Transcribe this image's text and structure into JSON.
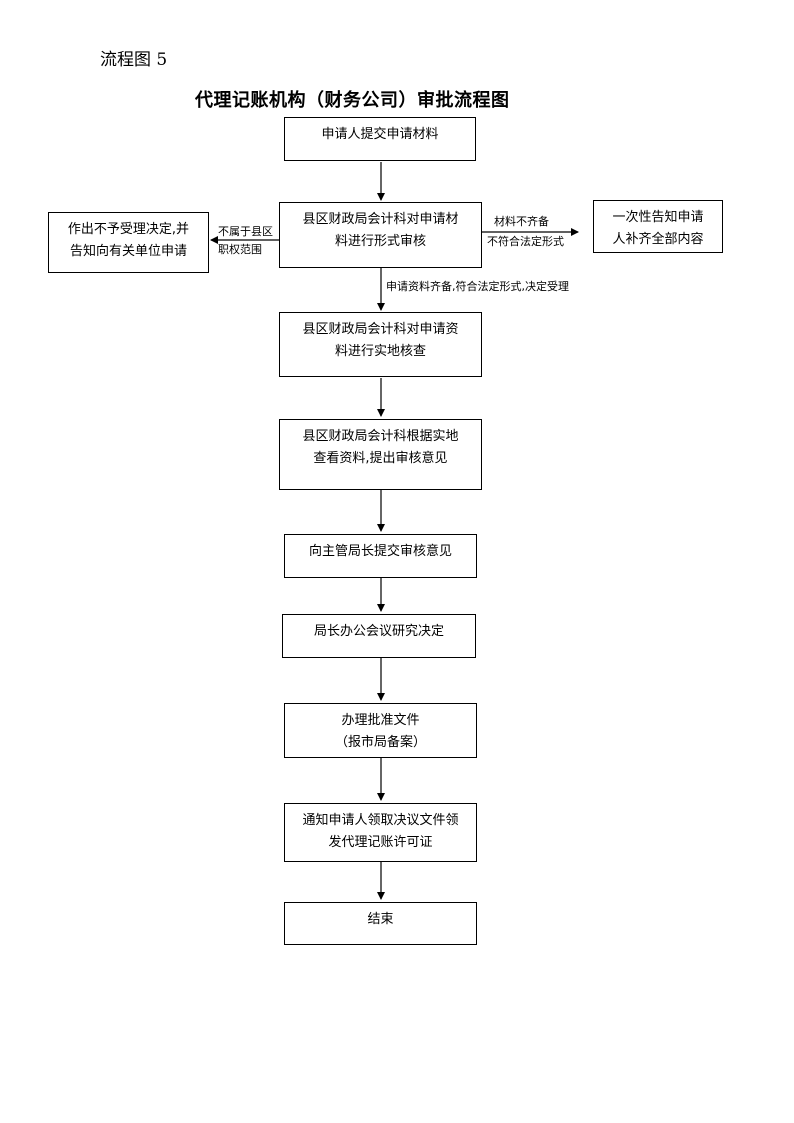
{
  "caption": "流程图 5",
  "title": "代理记账机构（财务公司）审批流程图",
  "nodes": {
    "submit": [
      "申请人提交申请材料"
    ],
    "formal_review": [
      "县区财政局会计科对申请材",
      "料进行形式审核"
    ],
    "reject": [
      "作出不予受理决定,并",
      "告知向有关单位申请"
    ],
    "notify_supplement": [
      "一次性告知申请",
      "人补齐全部内容"
    ],
    "site_check": [
      "县区财政局会计科对申请资",
      "料进行实地核查"
    ],
    "opinion": [
      "县区财政局会计科根据实地",
      "查看资料,提出审核意见"
    ],
    "submit_opinion": [
      "向主管局长提交审核意见"
    ],
    "meeting": [
      "局长办公会议研究决定"
    ],
    "approve_doc": [
      "办理批准文件",
      "（报市局备案）"
    ],
    "notify_license": [
      "通知申请人领取决议文件领",
      "发代理记账许可证"
    ],
    "end": [
      "结束"
    ]
  },
  "edge_labels": {
    "not_in_scope": [
      "不属于县区",
      "职权范围"
    ],
    "incomplete": [
      "材料不齐备",
      "不符合法定形式"
    ],
    "accepted": "申请资料齐备,符合法定形式,决定受理"
  }
}
